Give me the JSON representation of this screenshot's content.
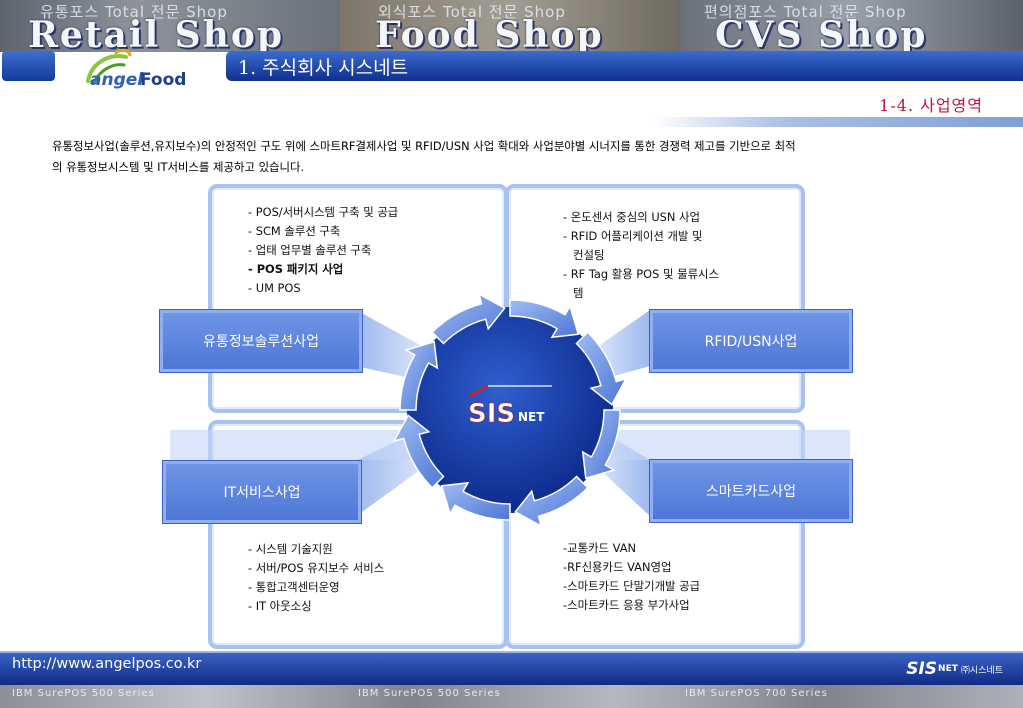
{
  "banner": {
    "tag1": "유통포스 Total 전문 Shop",
    "tag2": "외식포스 Total 전문 Shop",
    "tag3": "편의점포스 Total 전문 Shop",
    "big1": "Retail Shop",
    "big2": "Food Shop",
    "big3": "CVS Shop"
  },
  "logo": {
    "part1": "angel",
    "part2": "Food"
  },
  "header": {
    "title": "1. 주식회사 시스네트",
    "section": "1-4. 사업영역"
  },
  "intro": {
    "line1": "유통정보사업(솔루션,유지보수)의 안정적인 구도 위에 스마트RF결제사업 및 RFID/USN 사업 확대와 사업분야별 시너지를 통한 경쟁력 제고를 기반으로 최적",
    "line2": "의 유통정보시스템 및 IT서비스를 제공하고 있습니다."
  },
  "quadrants": [
    {
      "label": "유통정보솔루션사업",
      "items": [
        "- POS/서버시스템 구축 및 공급",
        "- SCM 솔루션 구축",
        "- 업태 업무별 솔루션 구축",
        "- POS 패키지 사업",
        "- UM POS"
      ]
    },
    {
      "label": "RFID/USN사업",
      "items": [
        "- 온도센서 중심의 USN 사업",
        "- RFID 어플리케이션 개발 및",
        "  컨설팅",
        "- RF Tag 활용 POS 및 물류시스",
        "  템"
      ]
    },
    {
      "label": "IT서비스사업",
      "items": [
        "- 시스템 기술지원",
        "- 서버/POS 유지보수 서비스",
        "- 통합고객센터운영",
        "- IT 아웃소싱"
      ]
    },
    {
      "label": "스마트카드사업",
      "items": [
        "-교통카드 VAN",
        "-RF신용카드 VAN영업",
        "-스마트카드 단말기개발 공급",
        "-스마트카드 응용 부가사업"
      ]
    }
  ],
  "center_logo": {
    "main": "SIS",
    "sub": "NET"
  },
  "footer": {
    "url": "http://www.angelpos.co.kr",
    "brand_main": "SIS",
    "brand_sub": "NET",
    "brand_company": "㈜시스네트",
    "strip1": "IBM SurePOS 500 Series",
    "strip2": "IBM SurePOS 500 Series",
    "strip3": "IBM SurePOS 700 Series"
  },
  "colors": {
    "accent": "#1e44b0",
    "section_red": "#c8143c",
    "light_blue": "#a9c2ee"
  }
}
